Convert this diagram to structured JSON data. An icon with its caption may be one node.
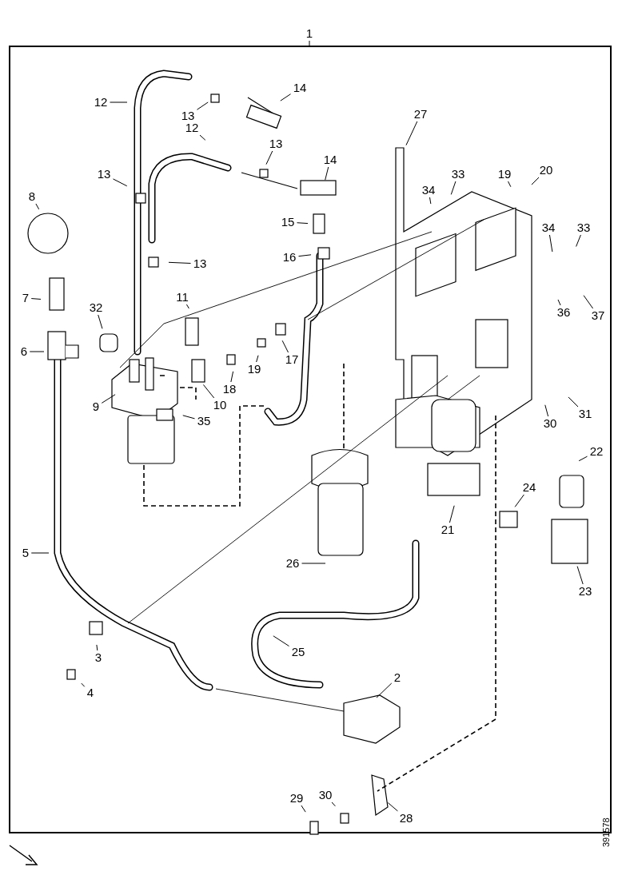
{
  "diagram": {
    "nodes": [
      {
        "text": [
          "1"
        ]
      },
      {
        "text": [
          "12"
        ]
      },
      {
        "text": [
          "14"
        ]
      },
      {
        "text": [
          "13"
        ]
      },
      {
        "text": [
          "12"
        ]
      },
      {
        "text": [
          "13"
        ]
      },
      {
        "text": [
          "14"
        ]
      },
      {
        "text": [
          "27"
        ]
      },
      {
        "text": [
          "13"
        ]
      },
      {
        "text": [
          "8"
        ]
      },
      {
        "text": [
          "33"
        ]
      },
      {
        "text": [
          "34"
        ]
      },
      {
        "text": [
          "19"
        ]
      },
      {
        "text": [
          "20"
        ]
      },
      {
        "text": [
          "15"
        ]
      },
      {
        "text": [
          "16"
        ]
      },
      {
        "text": [
          "13"
        ]
      },
      {
        "text": [
          "34"
        ]
      },
      {
        "text": [
          "33"
        ]
      },
      {
        "text": [
          "7"
        ]
      },
      {
        "text": [
          "11"
        ]
      },
      {
        "text": [
          "32"
        ]
      },
      {
        "text": [
          "6"
        ]
      },
      {
        "text": [
          "17"
        ]
      },
      {
        "text": [
          "19"
        ]
      },
      {
        "text": [
          "18"
        ]
      },
      {
        "text": [
          "10"
        ]
      },
      {
        "text": [
          "9"
        ]
      },
      {
        "text": [
          "35"
        ]
      },
      {
        "text": [
          "36"
        ]
      },
      {
        "text": [
          "37"
        ]
      },
      {
        "text": [
          "30"
        ]
      },
      {
        "text": [
          "31"
        ]
      },
      {
        "text": [
          "22"
        ]
      },
      {
        "text": [
          "24"
        ]
      },
      {
        "text": [
          "21"
        ]
      },
      {
        "text": [
          "5"
        ]
      },
      {
        "text": [
          "26"
        ]
      },
      {
        "text": [
          "23"
        ]
      },
      {
        "text": [
          "25"
        ]
      },
      {
        "text": [
          "3"
        ]
      },
      {
        "text": [
          "4"
        ]
      },
      {
        "text": [
          "2"
        ]
      },
      {
        "text": [
          "29"
        ]
      },
      {
        "text": [
          "30"
        ]
      },
      {
        "text": [
          "28"
        ]
      }
    ],
    "edges": [
      {
        "from": 0,
        "to": null,
        "arrow": "none"
      },
      {
        "from": 1,
        "to": null,
        "arrow": "none"
      },
      {
        "from": 2,
        "to": null,
        "arrow": "none"
      },
      {
        "from": 3,
        "to": null,
        "arrow": "none"
      },
      {
        "from": 4,
        "to": null,
        "arrow": "none"
      },
      {
        "from": 5,
        "to": null,
        "arrow": "none"
      },
      {
        "from": 6,
        "to": null,
        "arrow": "none"
      },
      {
        "from": 7,
        "to": null,
        "arrow": "none"
      },
      {
        "from": 8,
        "to": null,
        "arrow": "none"
      },
      {
        "from": 9,
        "to": null,
        "arrow": "none"
      },
      {
        "from": 10,
        "to": null,
        "arrow": "none"
      },
      {
        "from": 11,
        "to": null,
        "arrow": "none"
      },
      {
        "from": 12,
        "to": null,
        "arrow": "none"
      },
      {
        "from": 13,
        "to": null,
        "arrow": "none"
      },
      {
        "from": 14,
        "to": null,
        "arrow": "none"
      },
      {
        "from": 15,
        "to": null,
        "arrow": "none"
      },
      {
        "from": 16,
        "to": null,
        "arrow": "none"
      },
      {
        "from": 17,
        "to": null,
        "arrow": "none"
      },
      {
        "from": 18,
        "to": null,
        "arrow": "none"
      },
      {
        "from": 19,
        "to": null,
        "arrow": "none"
      },
      {
        "from": 20,
        "to": null,
        "arrow": "none"
      },
      {
        "from": 21,
        "to": null,
        "arrow": "none"
      },
      {
        "from": 22,
        "to": null,
        "arrow": "none"
      },
      {
        "from": 23,
        "to": null,
        "arrow": "none"
      },
      {
        "from": 24,
        "to": null,
        "arrow": "none"
      },
      {
        "from": 25,
        "to": null,
        "arrow": "none"
      },
      {
        "from": 26,
        "to": null,
        "arrow": "none"
      },
      {
        "from": 27,
        "to": null,
        "arrow": "none"
      },
      {
        "from": 28,
        "to": null,
        "arrow": "none"
      },
      {
        "from": 29,
        "to": null,
        "arrow": "none"
      },
      {
        "from": 30,
        "to": null,
        "arrow": "none"
      },
      {
        "from": 31,
        "to": null,
        "arrow": "none"
      },
      {
        "from": 32,
        "to": null,
        "arrow": "none"
      },
      {
        "from": 33,
        "to": null,
        "arrow": "none"
      },
      {
        "from": 34,
        "to": null,
        "arrow": "none"
      },
      {
        "from": 35,
        "to": null,
        "arrow": "none"
      },
      {
        "from": 36,
        "to": null,
        "arrow": "none"
      },
      {
        "from": 37,
        "to": null,
        "arrow": "none"
      },
      {
        "from": 38,
        "to": null,
        "arrow": "none"
      },
      {
        "from": 39,
        "to": null,
        "arrow": "none"
      },
      {
        "from": 40,
        "to": null,
        "arrow": "none"
      },
      {
        "from": 41,
        "to": null,
        "arrow": "none"
      },
      {
        "from": 42,
        "to": null,
        "arrow": "none"
      },
      {
        "from": 43,
        "to": null,
        "arrow": "none"
      },
      {
        "from": 44,
        "to": null,
        "arrow": "none"
      },
      {
        "from": 45,
        "to": null,
        "arrow": "none"
      }
    ],
    "labels": [
      "391578"
    ]
  }
}
